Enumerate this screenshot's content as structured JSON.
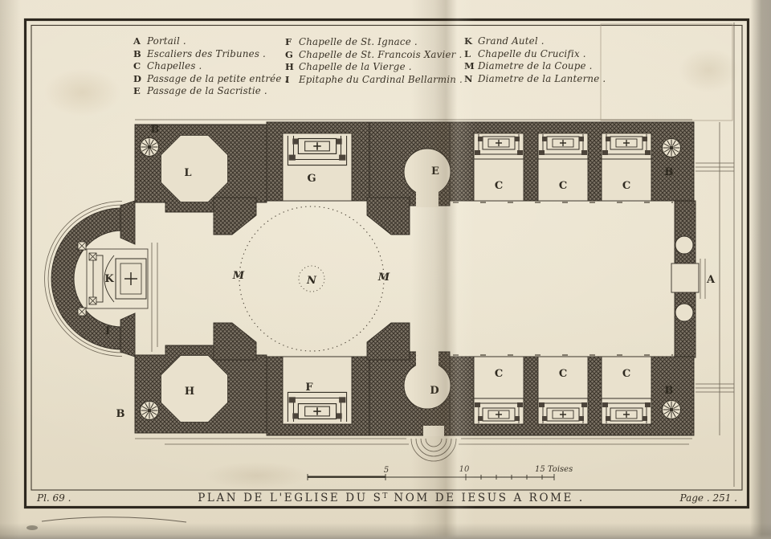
{
  "plate": {
    "plate_no": "Pl. 69 .",
    "page_no": "Page . 251 .",
    "title_pre": "PLAN DE L'EGLISE DU S",
    "title_sup": "T",
    "title_post": " NOM DE IESUS A ROME .",
    "colors": {
      "paper": "#e9e1cd",
      "ink": "#353026",
      "masonry_hatch": "#7d7466"
    }
  },
  "legend": {
    "columns": [
      {
        "entries": [
          {
            "key": "A",
            "label": "Portail ."
          },
          {
            "key": "B",
            "label": "Escaliers des Tribunes ."
          },
          {
            "key": "C",
            "label": "Chapelles ."
          },
          {
            "key": "D",
            "label": "Passage de la petite entrée ."
          },
          {
            "key": "E",
            "label": "Passage de la Sacristie ."
          }
        ]
      },
      {
        "entries": [
          {
            "key": "F",
            "label": "Chapelle de St. Ignace ."
          },
          {
            "key": "G",
            "label": "Chapelle de St. Francois Xavier ."
          },
          {
            "key": "H",
            "label": "Chapelle de la Vierge ."
          },
          {
            "key": "I",
            "label": "Epitaphe du Cardinal Bellarmin ."
          }
        ]
      },
      {
        "entries": [
          {
            "key": "K",
            "label": "Grand Autel ."
          },
          {
            "key": "L",
            "label": "Chapelle du Crucifix ."
          },
          {
            "key": "M",
            "label": "Diametre de la Coupe ."
          },
          {
            "key": "N",
            "label": "Diametre de la Lanterne ."
          }
        ]
      }
    ]
  },
  "plan": {
    "labels": [
      "B",
      "L",
      "G",
      "E",
      "C",
      "C",
      "C",
      "B",
      "K",
      "M",
      "N",
      "M",
      "A",
      "I",
      "H",
      "B",
      "F",
      "D",
      "C",
      "C",
      "C",
      "B"
    ]
  },
  "scale": {
    "five": "5",
    "ten": "10",
    "fifteen": "15 Toises"
  }
}
